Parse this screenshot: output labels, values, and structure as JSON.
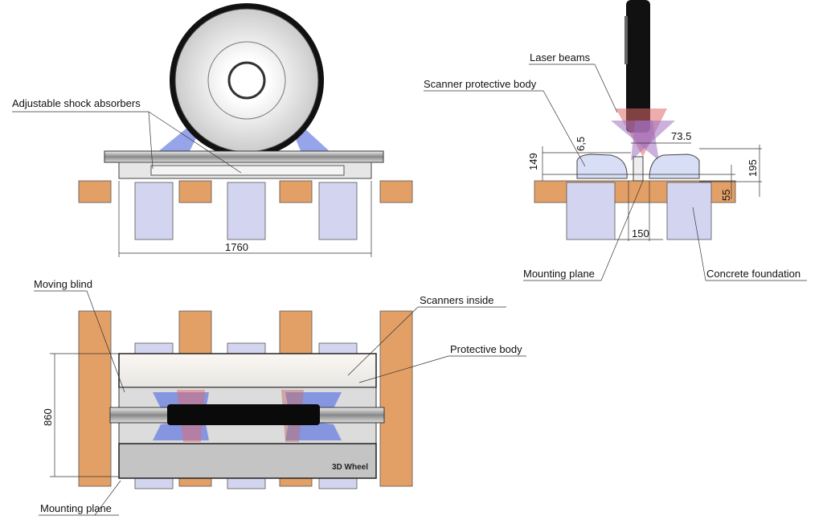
{
  "labels": {
    "adjustable_shock_absorbers": "Adjustable shock absorbers",
    "laser_beams": "Laser beams",
    "scanner_protective_body": "Scanner protective body",
    "mounting_plane_side": "Mounting plane",
    "concrete_foundation": "Concrete foundation",
    "moving_blind": "Moving blind",
    "scanners_inside": "Scanners  inside",
    "protective_body": "Protective body",
    "mounting_plane_top": "Mounting plane",
    "brand_plate": "3D Wheel"
  },
  "dimensions": {
    "length": "1760",
    "width": "860",
    "height_149": "149",
    "offset_6_5": "6,5",
    "offset_73_5": "73.5",
    "height_195": "195",
    "height_55": "55",
    "gap_150": "150"
  },
  "colors": {
    "wood": "#e3a066",
    "concrete": "#d3d5f0",
    "laser_blue": "#6a7ee0",
    "laser_red": "#e06a6a"
  }
}
